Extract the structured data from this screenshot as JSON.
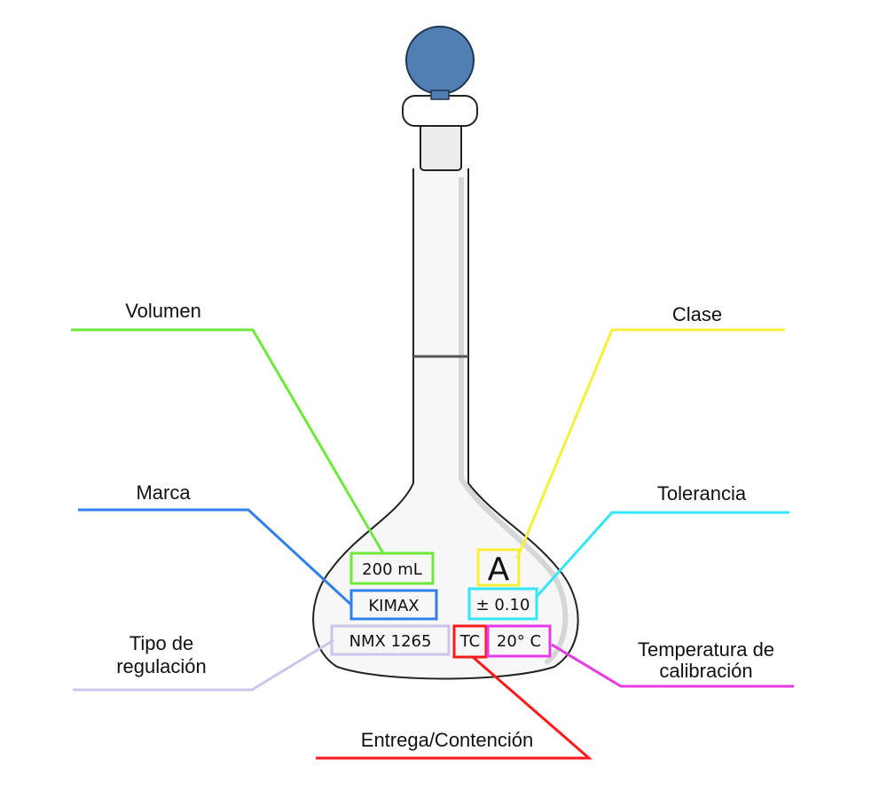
{
  "flask_markings": {
    "volume": "200 mL",
    "brand": "KIMAX",
    "regulation": "NMX 1265",
    "delivery": "TC",
    "class": "A",
    "tolerance": "± 0.10",
    "temperature": "20°  C"
  },
  "callouts": {
    "volume": {
      "label": "Volumen",
      "color": "#6ee83a"
    },
    "brand": {
      "label": "Marca",
      "color": "#2f80ea"
    },
    "regulation": {
      "label_line1": "Tipo de",
      "label_line2": "regulación",
      "color": "#c9c6ea"
    },
    "delivery": {
      "label": "Entrega/Contención",
      "color": "#ff1a1a"
    },
    "class": {
      "label": "Clase",
      "color": "#f7ef3a"
    },
    "tolerance": {
      "label": "Tolerancia",
      "color": "#33e6f4"
    },
    "temperature": {
      "label_line1": "Temperatura de",
      "label_line2": "calibración",
      "color": "#e63ae6"
    }
  },
  "stopper_color": "#4f7fb3"
}
